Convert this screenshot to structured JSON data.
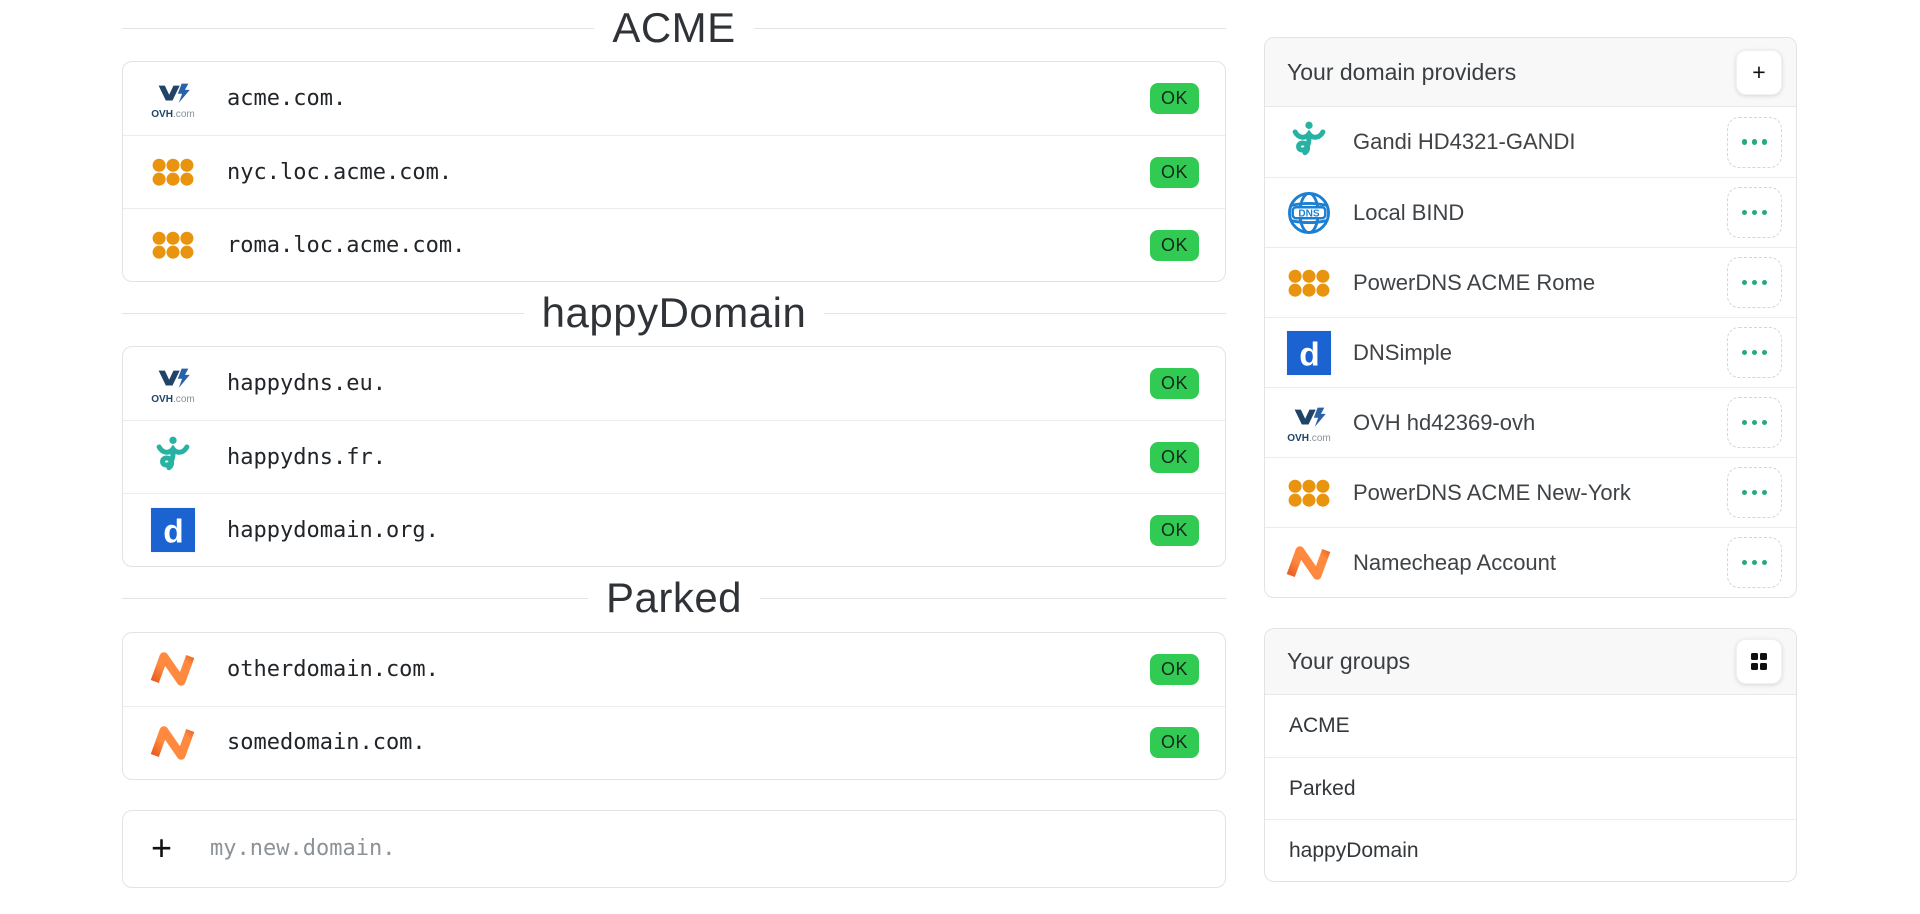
{
  "colors": {
    "ok_badge_green": "#31ca53",
    "ellipsis_dot_teal": "#2aa87a",
    "ovh_navy": "#1f4468",
    "powerdns_orange": "#e8940e",
    "gandi_teal": "#27b2a3",
    "bind_blue": "#1d7fd1",
    "dnsimple_blue": "#1b63d1",
    "namecheap_orange": "#ff8a3f",
    "namecheap_dark_orange": "#d9400e",
    "header_bg": "#f8f8f8"
  },
  "main": {
    "sections": [
      {
        "title": "ACME",
        "domains": [
          {
            "name": "acme.com.",
            "provider": "ovh",
            "icon": "ovh-icon",
            "status": "OK"
          },
          {
            "name": "nyc.loc.acme.com.",
            "provider": "powerdns",
            "icon": "powerdns-icon",
            "status": "OK"
          },
          {
            "name": "roma.loc.acme.com.",
            "provider": "powerdns",
            "icon": "powerdns-icon",
            "status": "OK"
          }
        ]
      },
      {
        "title": "happyDomain",
        "domains": [
          {
            "name": "happydns.eu.",
            "provider": "ovh",
            "icon": "ovh-icon",
            "status": "OK"
          },
          {
            "name": "happydns.fr.",
            "provider": "gandi",
            "icon": "gandi-icon",
            "status": "OK"
          },
          {
            "name": "happydomain.org.",
            "provider": "dnsimple",
            "icon": "dnsimple-icon",
            "status": "OK"
          }
        ]
      },
      {
        "title": "Parked",
        "domains": [
          {
            "name": "otherdomain.com.",
            "provider": "namecheap",
            "icon": "namecheap-icon",
            "status": "OK"
          },
          {
            "name": "somedomain.com.",
            "provider": "namecheap",
            "icon": "namecheap-icon",
            "status": "OK"
          }
        ]
      }
    ],
    "add_domain": {
      "add_icon": "+",
      "placeholder": "my.new.domain."
    }
  },
  "sidebar": {
    "providers": {
      "title": "Your domain providers",
      "add_label": "+",
      "items": [
        {
          "label": "Gandi HD4321-GANDI",
          "provider": "gandi",
          "icon": "gandi-icon"
        },
        {
          "label": "Local BIND",
          "provider": "bind",
          "icon": "bind-icon"
        },
        {
          "label": "PowerDNS ACME Rome",
          "provider": "powerdns",
          "icon": "powerdns-icon"
        },
        {
          "label": "DNSimple",
          "provider": "dnsimple",
          "icon": "dnsimple-icon"
        },
        {
          "label": "OVH hd42369-ovh",
          "provider": "ovh",
          "icon": "ovh-icon"
        },
        {
          "label": "PowerDNS ACME New-York",
          "provider": "powerdns",
          "icon": "powerdns-icon"
        },
        {
          "label": "Namecheap Account",
          "provider": "namecheap",
          "icon": "namecheap-icon"
        }
      ]
    },
    "groups": {
      "title": "Your groups",
      "items": [
        "ACME",
        "Parked",
        "happyDomain"
      ]
    }
  }
}
